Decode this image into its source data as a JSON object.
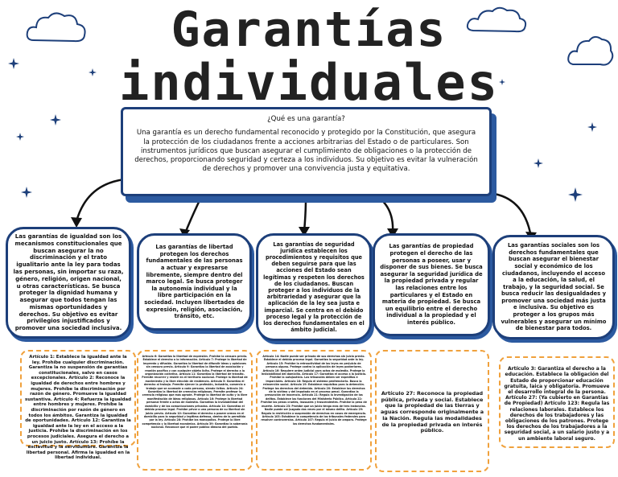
{
  "title_line1": "Garantías",
  "title_line2": "individuales",
  "intro": {
    "question": "¿Qué es una garantía?",
    "text": "Una garantía es un derecho fundamental reconocido y protegido por la Constitución, que asegura la protección de los ciudadanos frente a acciones arbitrarias del Estado o de particulares.  Son instrumentos jurídicos que buscan asegurar el cumplimiento de obligaciones o la protección de derechos, proporcionando seguridad y certeza a los individuos.  Su objetivo es evitar la vulneración de derechos y promover una convivencia justa y equitativa."
  },
  "categories": [
    {
      "text": "Las garantías de igualdad son los mecanismos constitucionales que buscan asegurar la no discriminación y el trato igualitario ante la ley para todas las personas, sin importar su raza, género, religión, origen nacional, u otras características.  Se busca proteger la dignidad humana y asegurar que todos tengan las mismas oportunidades y derechos.  Su objetivo es evitar privilegios injustificados y promover una sociedad inclusiva."
    },
    {
      "text": "Las garantías de libertad protegen los derechos fundamentales de las personas a actuar y expresarse libremente, siempre dentro del marco legal.  Se busca proteger la autonomía individual y la libre participación en la sociedad.  Incluyen libertades de expresión, religión, asociación, tránsito, etc."
    },
    {
      "text": "Las garantías de seguridad jurídica establecen los procedimientos y requisitos que deben seguirse para que las acciones del Estado sean legítimas y respeten los derechos de los ciudadanos.  Buscan proteger a los individuos de la arbitrariedad y asegurar que la aplicación de la ley sea justa e imparcial.  Se centra en el debido proceso legal y la protección de los derechos fundamentales en el ámbito judicial."
    },
    {
      "text": "Las garantías de propiedad protegen el derecho de las personas a poseer, usar y disponer de sus bienes.  Se busca asegurar la seguridad jurídica de la propiedad privada y regular las relaciones entre los particulares y el Estado en materia de propiedad.  Se busca un equilibrio entre el derecho individual a la propiedad y el interés público."
    },
    {
      "text": "Las garantías sociales son los derechos fundamentales que buscan asegurar el bienestar social y económico de los ciudadanos, incluyendo el acceso a la educación, la salud, el trabajo, y la seguridad social.  Se busca reducir las desigualdades y promover una sociedad más justa e inclusiva.  Su objetivo es proteger a los grupos más vulnerables y asegurar un mínimo de bienestar para todos."
    }
  ],
  "articles": [
    {
      "text": "Artículo 1: Establece la igualdad ante la ley. Prohíbe cualquier discriminación.  Garantiza la no suspensión de garantías constitucionales, salvo en casos excepcionales.  Artículo 2: Reconoce la igualdad de derechos entre hombres y mujeres.  Prohíbe la discriminación por razón de género.  Promueve la igualdad sustantiva.  Artículo 4: Refuerza la igualdad entre hombres y mujeres.  Prohíbe la discriminación por razón de género en todos los ámbitos.  Garantiza la igualdad de oportunidades.  Artículo 12: Garantiza la igualdad ante la ley en el acceso a la justicia.  Prohíbe la discriminación en los procesos judiciales.  Asegura el derecho a un juicio justo.  Artículo 13: Prohíbe la esclavitud y la servidumbre.  Garantiza la libertad personal.  Afirma la igualdad en la libertad individual."
    },
    {
      "text": "Artículo 6: Garantiza la libertad de expresión. Prohíbe la censura previa.  Establece el derecho a la información.  Artículo 7: Protege la libertad de imprenta y difusión.  Garantiza la libertad de difundir ideas y opiniones sin censura previa.  Artículo 9: Garantiza la libertad de asociación y reunión pacífica y con cualquier objeto lícito.  Protege el derecho a la organización colectiva.  Artículo 11: Garantiza la libertad de tránsito.  Permite recorrer y residir en el territorio nacional.  Protege la libertad de movimiento y la libre elección de residencia.  Artículo 5: Garantiza el derecho al trabajo.  Permite ejercer la profesión, industria, comercio o trabajo que se acomode a cada persona, siendo lícitos.  Artículo 24: Garantiza la libertad de creencias religiosas.  Permite profesar la creencia religiosa que más agrade.  Protege la libertad de culto y la libre manifestación de ideas religiosas.  Artículo 16: Protege la libertad personal frente a actos de molestia.  Garantiza la inviolabilidad del domicilio y de las comunicaciones privadas.  Artículo 14: Garantiza el debido proceso legal.  Prohíbe privar a una persona de su libertad sin juicio previo.  Artículo 10: Garantiza el derecho a poseer armas en el domicilio para la seguridad y legítima defensa, dentro de lo permitido por la ley.  Artículo 28: Prohíbe los monopolios.  Protege la libre competencia y la libertad económica.  Artículo 39: Garantiza la soberanía nacional.  Reconoce que el poder público dimana del pueblo."
    },
    {
      "text": "Artículo 14: Nadie puede ser privado de sus derechos sin juicio previo.  Establece el debido proceso legal.  Garantiza la seguridad ante la ley.  Artículo 15: Prohíbe la retroactividad de las leyes en perjuicio de persona alguna.  Protege contra la aplicación de leyes posteriores.  Artículo 16: Requiere orden judicial para actos de molestia.  Protege la inviolabilidad del domicilio.  Artículo 17: Garantiza el acceso a la justicia.  Prohíbe la autojusticia.  Los tribunales deben ser expeditos e imparciales.  Artículo 18: Regula el sistema penitenciario.  Busca la reinserción social.  Artículo 19: Establece requisitos para la detención.  Protege los derechos del detenido.  Artículo 20: Establece los derechos de la víctima y del imputado en el proceso penal.  Garantiza la presunción de inocencia.  Artículo 21: Regula la investigación de los delitos.  Establece las funciones del Ministerio Público.  Artículo 22: Prohíbe las penas crueles, inusuales y trascendentes.  Prohíbe la pena de muerte.  Artículo 23: Prohíbe que un juicio tenga más de tres instancias.  Nadie puede ser juzgado dos veces por el mismo delito.  Artículo 29: Regula la restricción o suspensión de derechos en casos de emergencia.  Artículo 103: Establece la competencia de los tribunales federales para resolver controversias.  Artículo 107: Regula el juicio de amparo.  Protege los derechos fundamentales."
    },
    {
      "text": "Artículo 27:  Reconoce la propiedad pública, privada y social.  Establece que la propiedad de las tierras y aguas corresponde originalmente a la Nación.  Regula las modalidades de la propiedad privada en interés público."
    },
    {
      "text": "Artículo 3:  Garantiza el derecho a la educación.  Establece la obligación del Estado de proporcionar educación gratuita, laica y obligatoria.  Promueve el desarrollo integral de la persona.  Artículo 27:  (Ya cubierto en Garantías de Propiedad)  Artículo 123:  Regula las relaciones laborales.  Establece los derechos de los trabajadores y las obligaciones de los patrones.  Protege los derechos de los trabajadores a la seguridad social, a un salario justo y a un ambiente laboral seguro."
    }
  ]
}
